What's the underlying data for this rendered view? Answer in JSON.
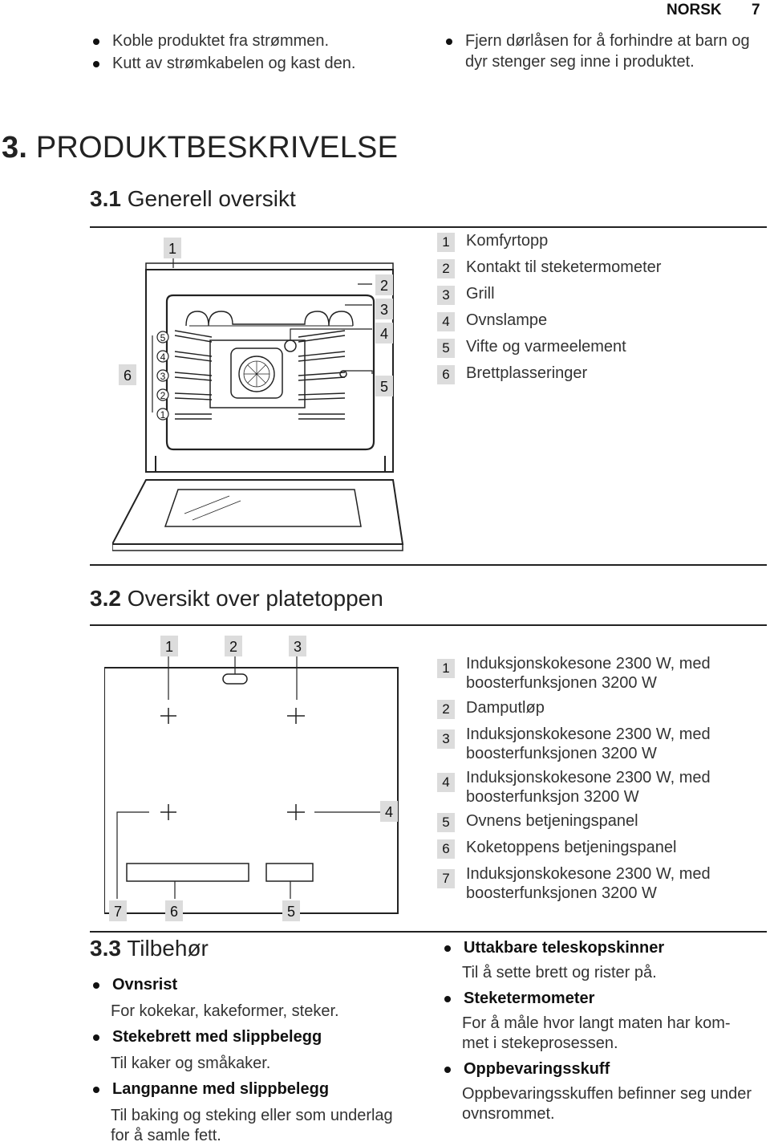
{
  "header": {
    "language": "NORSK",
    "page": "7"
  },
  "top_bullets": {
    "left": [
      "Koble produktet fra strømmen.",
      "Kutt av strømkabelen og kast den."
    ],
    "right": [
      "Fjern dørlåsen for å forhindre at barn og dyr stenger seg inne i produktet."
    ]
  },
  "section3": {
    "num": "3.",
    "title": "PRODUKTBESKRIVELSE"
  },
  "sub31": {
    "num": "3.1",
    "title": "Generell oversikt"
  },
  "oven_legend": [
    {
      "n": "1",
      "text": "Komfyrtopp"
    },
    {
      "n": "2",
      "text": "Kontakt til steketermometer"
    },
    {
      "n": "3",
      "text": "Grill"
    },
    {
      "n": "4",
      "text": "Ovnslampe"
    },
    {
      "n": "5",
      "text": "Vifte og varmeelement"
    },
    {
      "n": "6",
      "text": "Brettplasseringer"
    }
  ],
  "oven_callouts": {
    "c1": "1",
    "c2": "2",
    "c3": "3",
    "c4": "4",
    "c5": "5",
    "c6": "6",
    "shelves": [
      "5",
      "4",
      "3",
      "2",
      "1"
    ]
  },
  "sub32": {
    "num": "3.2",
    "title": "Oversikt over platetoppen"
  },
  "hob_callouts": {
    "c1": "1",
    "c2": "2",
    "c3": "3",
    "c4": "4",
    "c5": "5",
    "c6": "6",
    "c7": "7"
  },
  "hob_legend": [
    {
      "n": "1",
      "text": "Induksjonskokesone 2300 W, med boosterfunksjonen 3200 W"
    },
    {
      "n": "2",
      "text": "Damputløp"
    },
    {
      "n": "3",
      "text": "Induksjonskokesone 2300 W, med boosterfunksjonen 3200 W"
    },
    {
      "n": "4",
      "text": "Induksjonskokesone 2300 W, med boosterfunksjon 3200 W"
    },
    {
      "n": "5",
      "text": "Ovnens betjeningspanel"
    },
    {
      "n": "6",
      "text": "Koketoppens betjeningspanel"
    },
    {
      "n": "7",
      "text": "Induksjonskokesone 2300 W, med boosterfunksjonen 3200 W"
    }
  ],
  "sub33": {
    "num": "3.3",
    "title": "Tilbehør"
  },
  "accessories_left": [
    {
      "title": "Ovnsrist",
      "desc": "For kokekar, kakeformer, steker."
    },
    {
      "title": "Stekebrett med slippbelegg",
      "desc": "Til kaker og småkaker."
    },
    {
      "title": "Langpanne med slippbelegg",
      "desc": "Til baking og steking eller som underlag for å samle fett."
    }
  ],
  "accessories_right": [
    {
      "title": "Uttakbare teleskopskinner",
      "desc": "Til å sette brett og rister på."
    },
    {
      "title": "Steketermometer",
      "desc": "For å måle hvor langt maten har kom­met i stekeprosessen."
    },
    {
      "title": "Oppbevaringsskuff",
      "desc": "Oppbevaringsskuffen befinner seg un­der ovnsrommet."
    }
  ]
}
